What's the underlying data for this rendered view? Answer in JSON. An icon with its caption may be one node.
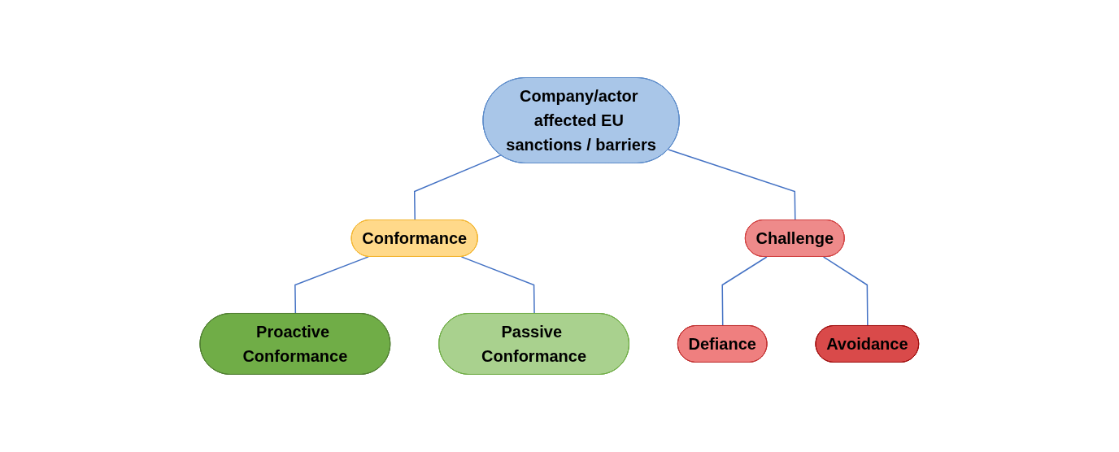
{
  "diagram": {
    "nodes": [
      {
        "text": [
          "Company/actor affected EU sanctions / barriers"
        ]
      },
      {
        "text": [
          "Conformance"
        ]
      },
      {
        "text": [
          "Challenge"
        ]
      },
      {
        "text": [
          "Proactive Conformance"
        ]
      },
      {
        "text": [
          "Passive Conformance"
        ]
      },
      {
        "text": [
          "Defiance"
        ]
      },
      {
        "text": [
          "Avoidance"
        ]
      }
    ],
    "edges": [
      {
        "from": 0,
        "to": 1,
        "arrow": "none"
      },
      {
        "from": 0,
        "to": 2,
        "arrow": "none"
      },
      {
        "from": 1,
        "to": 3,
        "arrow": "none"
      },
      {
        "from": 1,
        "to": 4,
        "arrow": "none"
      },
      {
        "from": 2,
        "to": 5,
        "arrow": "none"
      },
      {
        "from": 2,
        "to": 6,
        "arrow": "none"
      }
    ]
  }
}
